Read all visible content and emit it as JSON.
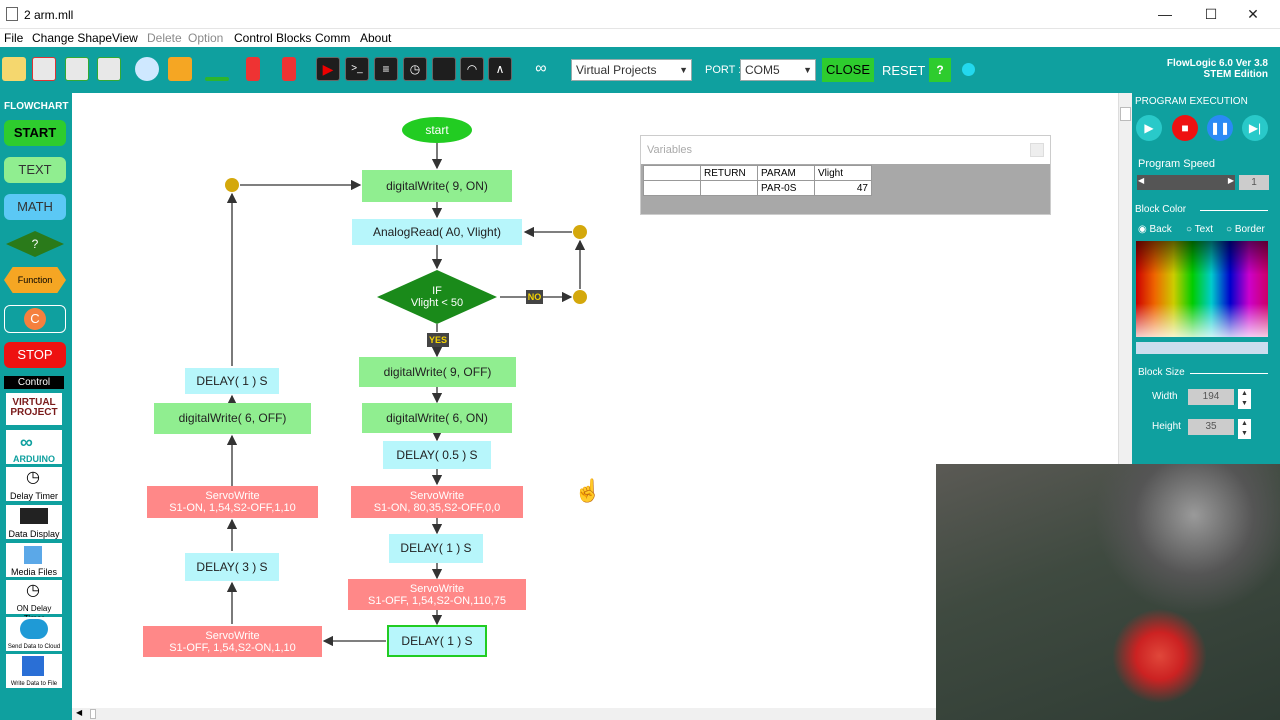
{
  "window": {
    "title": "2 arm.mll",
    "minimize": "—",
    "maximize": "☐",
    "close": "✕"
  },
  "menu": {
    "file": "File",
    "change_shape": "Change Shape",
    "view": "View",
    "delete": "Delete",
    "option": "Option",
    "control_blocks": "Control Blocks",
    "comm": "Comm",
    "about": "About"
  },
  "toolbar": {
    "project_select": "Virtual Projects",
    "port_label": "PORT :",
    "port_select": "COM5",
    "close_btn": "CLOSE",
    "reset_btn": "RESET",
    "help_btn": "?",
    "brand_line1": "FlowLogic 6.0 Ver 3.8",
    "brand_line2": "STEM Edition"
  },
  "sidebar": {
    "header": "FLOWCHART",
    "start": "START",
    "text": "TEXT",
    "math": "MATH",
    "decision": "?",
    "function": "Function",
    "c": "C",
    "stop": "STOP",
    "control": "Control",
    "virtual_project_l1": "VIRTUAL",
    "virtual_project_l2": "PROJECT",
    "arduino": "ARDUINO",
    "delay_timer": "Delay Timer",
    "data_display": "Data Display",
    "media_files": "Media Files",
    "on_delay_timer": "ON Delay Timer",
    "send_cloud": "Send Data to Cloud",
    "write_file": "Write Data to File"
  },
  "flow": {
    "start": "start",
    "dw9on": "digitalWrite( 9, ON)",
    "aread": "AnalogRead( A0, Vlight)",
    "if_l1": "IF",
    "if_l2": "Vlight < 50",
    "no": "NO",
    "yes": "YES",
    "dw9off": "digitalWrite( 9, OFF)",
    "dw6on": "digitalWrite( 6, ON)",
    "delay05": "DELAY( 0.5 ) S",
    "servo1_l1": "ServoWrite",
    "servo1_l2": "S1-ON, 80,35,S2-OFF,0,0",
    "delay1a": "DELAY( 1 ) S",
    "servo2_l1": "ServoWrite",
    "servo2_l2": "S1-OFF, 1,54,S2-ON,110,75",
    "delay1b": "DELAY( 1 ) S",
    "servo3_l1": "ServoWrite",
    "servo3_l2": "S1-OFF, 1,54,S2-ON,1,10",
    "delay3": "DELAY( 3 ) S",
    "servo4_l1": "ServoWrite",
    "servo4_l2": "S1-ON, 1,54,S2-OFF,1,10",
    "dw6off": "digitalWrite( 6, OFF)",
    "delay1c": "DELAY( 1 ) S"
  },
  "variables": {
    "title": "Variables",
    "headers": [
      "RETURN",
      "PARAM",
      "Vlight"
    ],
    "row": [
      "",
      "PAR-0S",
      "47"
    ]
  },
  "right_panel": {
    "exec_title": "PROGRAM EXECUTION",
    "speed_title": "Program Speed",
    "speed_value": "1",
    "block_color": "Block Color",
    "back": "Back",
    "text": "Text",
    "border": "Border",
    "block_size": "Block Size",
    "width_label": "Width",
    "width_value": "194",
    "height_label": "Height",
    "height_value": "35"
  },
  "colors": {
    "teal": "#0fa09f",
    "block_green": "#90ee90",
    "block_cyan": "#b7f6fb",
    "block_red": "#ff8888",
    "decision": "#1a8a1a",
    "connector": "#d4a80c"
  }
}
